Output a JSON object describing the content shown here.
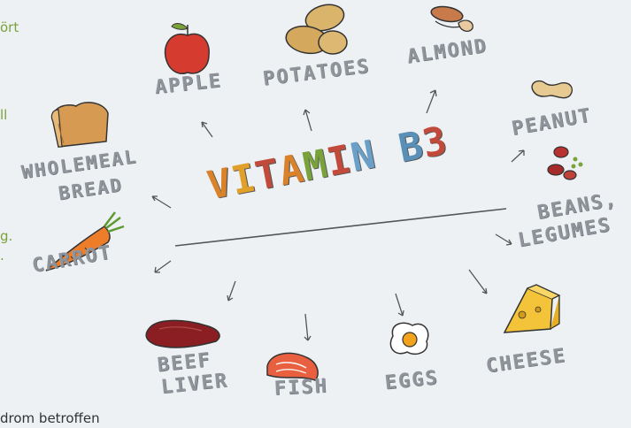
{
  "fragments": {
    "line1": "ört",
    "line2": "ll",
    "line3": "g.",
    "line4": ".",
    "bottom": "drom betroffen"
  },
  "title": "VITAMIN B3",
  "title_colors": [
    "#d9822b",
    "#e0a02a",
    "#c24a3a",
    "#d9822b",
    "#7aa23a",
    "#c24a3a",
    "#6aa0c8",
    "#b23a3a",
    "#5a8fb8",
    "#c24a3a"
  ],
  "foods": {
    "apple": "APPLE",
    "potatoes": "POTATOES",
    "almond": "ALMOND",
    "peanut": "PEANUT",
    "beans_line1": "BEANS,",
    "beans_line2": "LEGUMES",
    "cheese": "CHEESE",
    "eggs": "EGGS",
    "fish": "FISH",
    "beef_line1": "BEEF",
    "beef_line2": "LIVER",
    "carrot": "CARROT",
    "bread_line1": "WHOLEMEAL",
    "bread_line2": "BREAD"
  }
}
